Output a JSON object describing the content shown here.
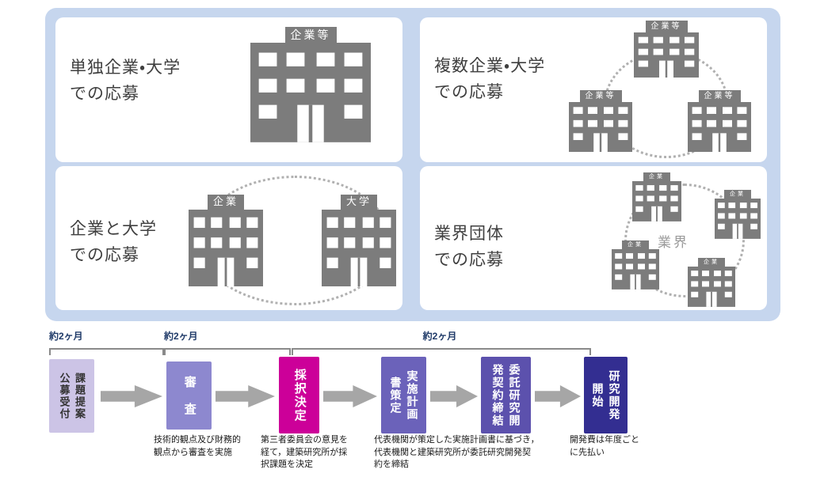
{
  "cards": [
    {
      "title": "単独企業・大学\nでの応募",
      "buildings": [
        {
          "label": "企業等"
        }
      ]
    },
    {
      "title": "複数企業・大学\nでの応募",
      "buildings": [
        {
          "label": "企業等"
        },
        {
          "label": "企業等"
        },
        {
          "label": "企業等"
        }
      ]
    },
    {
      "title": "企業と大学\nでの応募",
      "buildings": [
        {
          "label": "企業"
        },
        {
          "label": "大学"
        }
      ]
    },
    {
      "title": "業界団体\nでの応募",
      "center_label": "業界",
      "buildings": [
        {
          "label": "企業"
        },
        {
          "label": "企業"
        },
        {
          "label": "企業"
        },
        {
          "label": "企業"
        }
      ]
    }
  ],
  "timeline": {
    "durations": [
      "約2ヶ月",
      "約2ヶ月",
      "約2ヶ月"
    ]
  },
  "flow": {
    "steps": [
      {
        "label": "課題提案\n公募受付"
      },
      {
        "label": "審　査"
      },
      {
        "label": "採択決定"
      },
      {
        "label": "実施計画\n書策定"
      },
      {
        "label": "委託研究開\n発契約締結"
      },
      {
        "label": "研究開発\n開始"
      }
    ],
    "notes": [
      "技術的観点及び財務的\n観点から審査を実施",
      "第三者委員会の意見を\n経て，建築研究所が採\n択課題を決定",
      "代表機関が策定した実施計画書に基づき，\n代表機関と建築研究所が委託研究開発契\n約を締結",
      "開発費は年度ごと\nに先払い"
    ]
  },
  "palette": {
    "panel_bg": "#c6d6ee",
    "card_bg": "#ffffff",
    "building_gray": "#7c7c7c",
    "step1_bg": "#ccc4e6",
    "step2_bg": "#8d88cf",
    "step3_bg": "#cc0099",
    "step4_bg": "#6b62ba",
    "step5_bg": "#5c51ad",
    "step6_bg": "#332e91",
    "arrow_gray": "#a6a6a6",
    "duration_label_color": "#1f3a68"
  }
}
